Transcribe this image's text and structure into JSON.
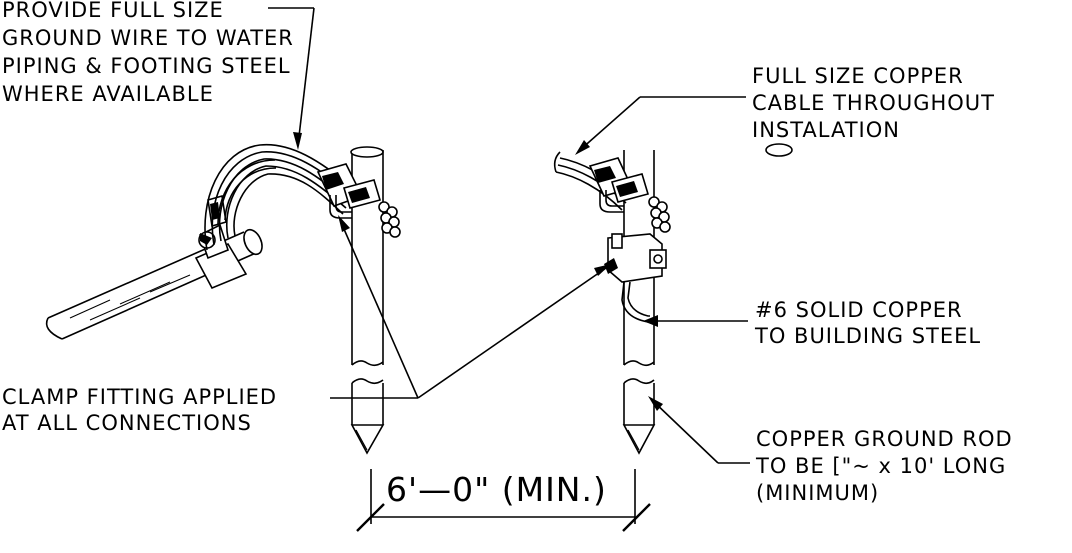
{
  "labels": {
    "top_left": [
      "PROVIDE FULL SIZE",
      "GROUND WIRE TO WATER",
      "PIPING & FOOTING STEEL",
      "WHERE AVAILABLE"
    ],
    "top_right": [
      "FULL SIZE COPPER",
      "CABLE THROUGHOUT",
      "INSTALATION"
    ],
    "solid_copper": [
      "#6 SOLID COPPER",
      "TO BUILDING STEEL"
    ],
    "clamp_fitting": [
      "CLAMP FITTING APPLIED",
      "AT ALL CONNECTIONS"
    ],
    "ground_rod": [
      "COPPER GROUND ROD",
      "TO BE [\"~ x 10' LONG",
      "(MINIMUM)"
    ],
    "dimension": "6'—0\" (MIN.)"
  }
}
